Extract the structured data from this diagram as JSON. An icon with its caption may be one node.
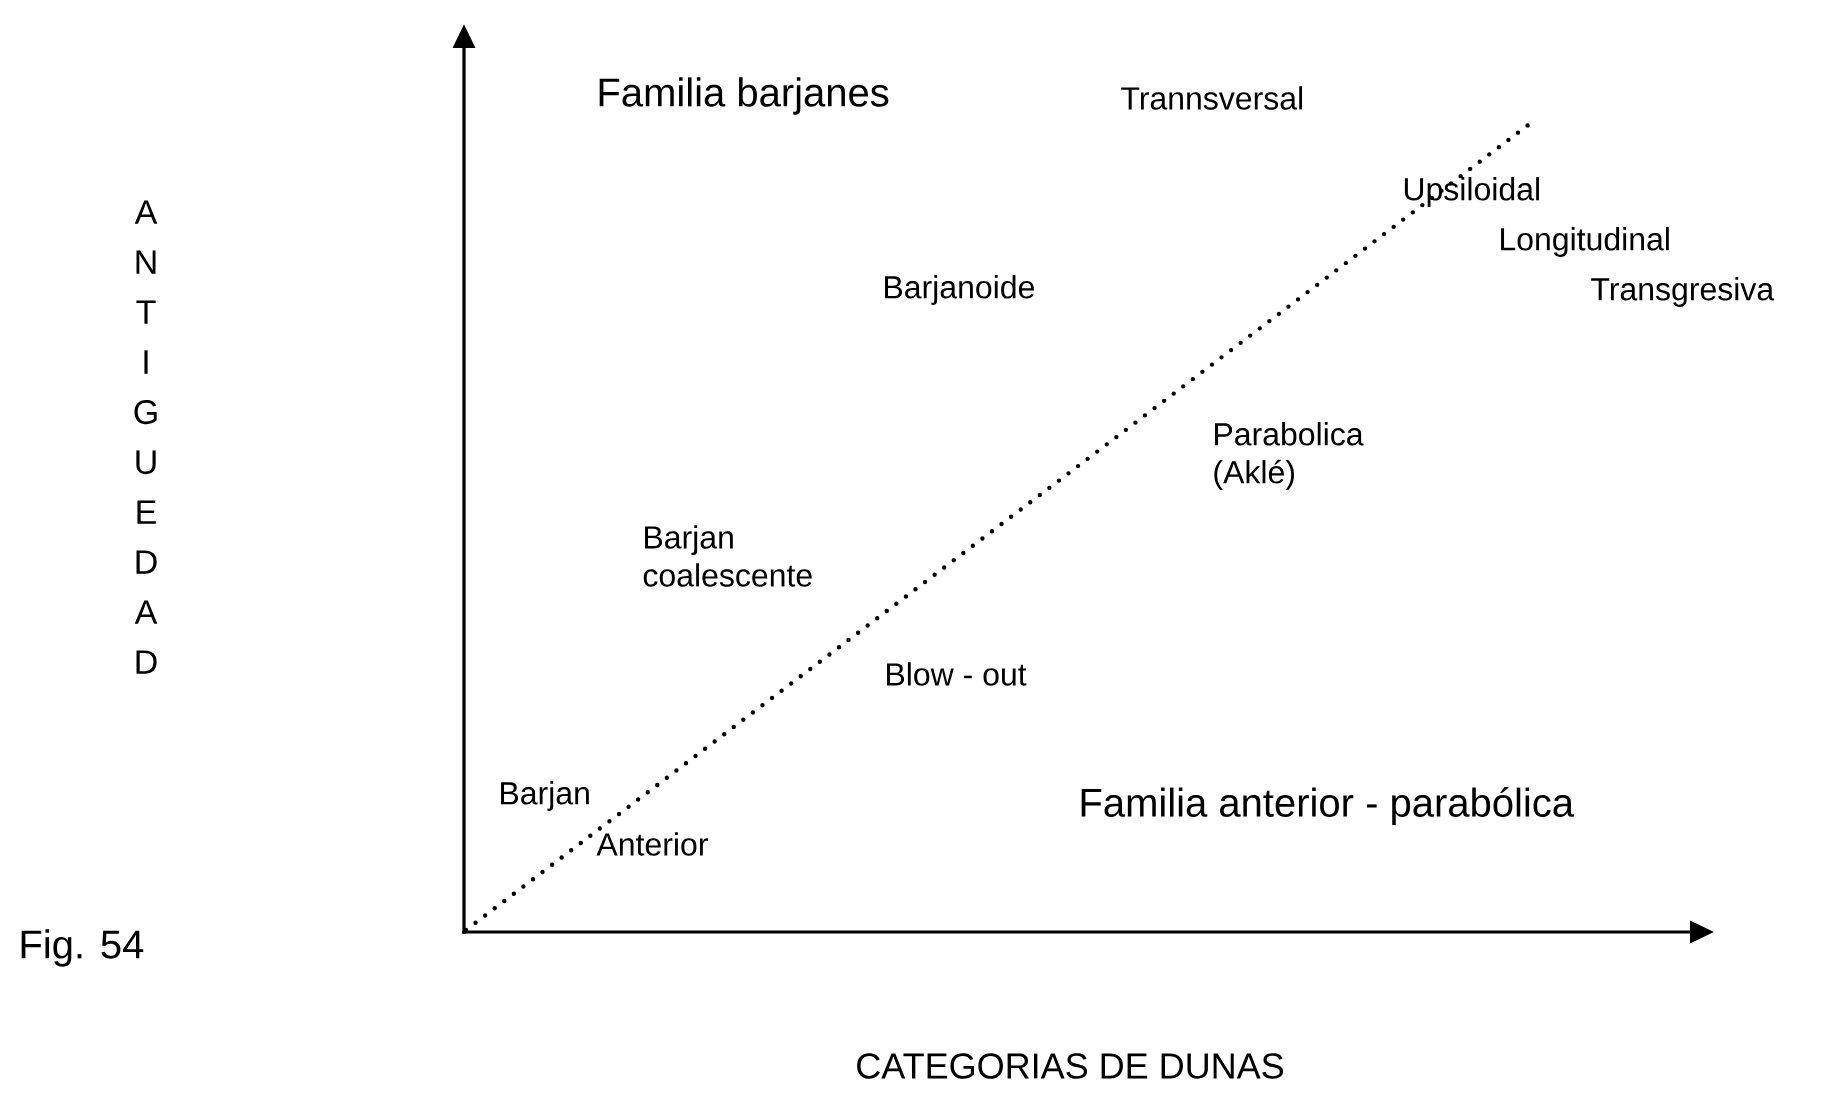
{
  "diagram": {
    "labels": [
      "ANTIGUEDAD",
      "Familia barjanes",
      "Trannsversal",
      "Upsiloidal",
      "Longitudinal",
      "Barjanoide",
      "Transgresiva",
      "Parabolica (Aklé)",
      "Barjan coalescente",
      "Blow - out",
      "Barjan",
      "Familia anterior - parabólica",
      "Anterior",
      "Fig. 54",
      "CATEGORIAS DE  DUNAS"
    ]
  }
}
